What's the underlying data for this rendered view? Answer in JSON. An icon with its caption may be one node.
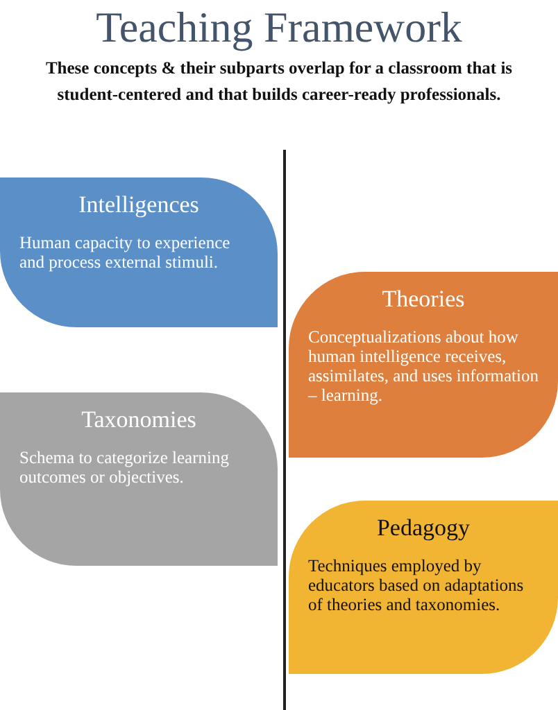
{
  "diagram": {
    "title": "Teaching Framework",
    "nodes": [
      {
        "text": [
          "Intelligences",
          "Human capacity to experience and process external stimuli."
        ]
      },
      {
        "text": [
          "Theories",
          "Conceptualizations about how human intelligence receives, assimilates, and uses information – learning."
        ]
      },
      {
        "text": [
          "Taxonomies",
          "Schema to categorize learning outcomes or objectives."
        ]
      },
      {
        "text": [
          "Pedagogy",
          "Techniques employed by educators based on adaptations of theories and taxonomies."
        ]
      }
    ],
    "labels": [
      "These concepts & their subparts overlap for a classroom that is student-centered and that builds career-ready professionals."
    ]
  }
}
